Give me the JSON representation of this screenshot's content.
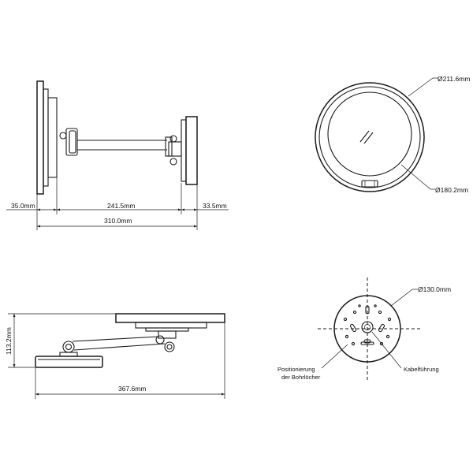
{
  "dimensions": {
    "side_left_plate": "35.0mm",
    "side_arm_length": "241.5mm",
    "side_right_plate": "33.5mm",
    "side_total": "310.0mm",
    "front_outer_diameter": "Ø211.6mm",
    "front_inner_diameter": "Ø180.2mm",
    "top_height": "113.2mm",
    "top_total": "367.6mm",
    "mount_diameter": "Ø130.0mm"
  },
  "notes": {
    "drill_positions": [
      "Positionierung",
      "der Bohrlöcher"
    ],
    "cable_routing": "Kabelführung"
  }
}
